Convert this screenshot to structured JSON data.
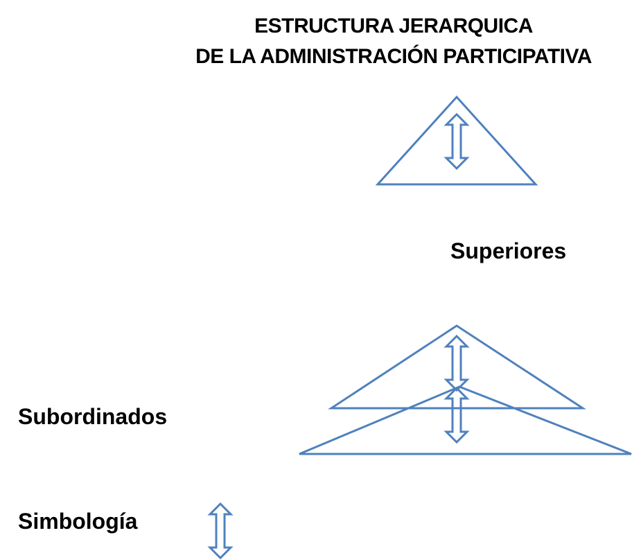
{
  "title": {
    "line1": "ESTRUCTURA JERARQUICA",
    "line2": "DE LA ADMINISTRACIÓN PARTICIPATIVA"
  },
  "labels": {
    "superiores": "Superiores",
    "subordinados": "Subordinados",
    "simbologia": "Simbología"
  },
  "symbols": {
    "pyramid": "triangle-icon",
    "communication": "double-headed-vertical-arrow-icon"
  },
  "colors": {
    "stroke": "#4f81bd",
    "text": "#000000",
    "background": "#ffffff"
  }
}
